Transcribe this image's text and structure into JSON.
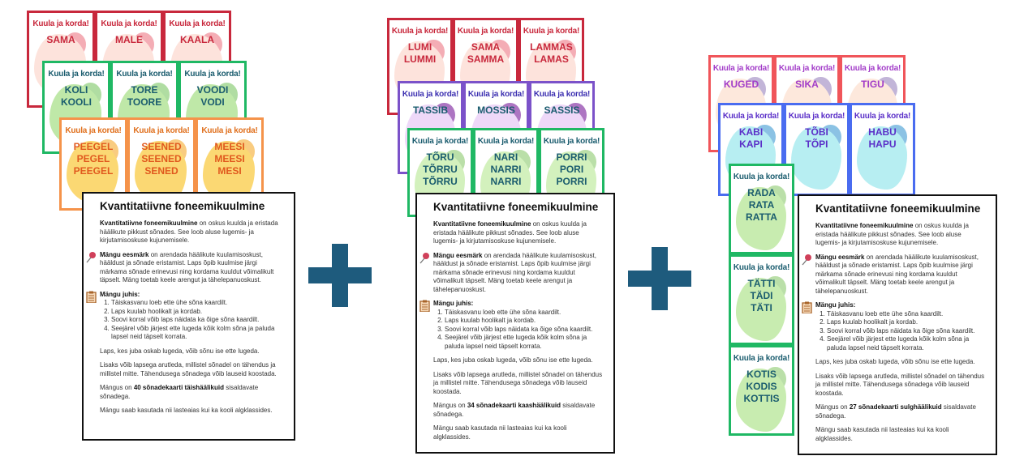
{
  "card_label": "Kuula ja korda!",
  "groups": [
    {
      "rows": [
        {
          "border": "#c8283c",
          "label": "#c8283c",
          "blob": "#fde3dc",
          "blob2": "#f08a96",
          "text": "#c8283c",
          "words": [
            [
              "SAMA"
            ],
            [
              "MALE"
            ],
            [
              "KAALA"
            ]
          ]
        },
        {
          "border": "#1fb864",
          "label": "#1a5c6e",
          "blob": "#bfe8a8",
          "blob2": "#8fcf7a",
          "text": "#1a5c6e",
          "words": [
            [
              "KOLI",
              "KOOLI"
            ],
            [
              "TORE",
              "TOORE"
            ],
            [
              "VOODI",
              "VODI"
            ]
          ]
        },
        {
          "border": "#f5934a",
          "label": "#e0701e",
          "blob": "#fbd873",
          "blob2": "#f7b64a",
          "text": "#e0591e",
          "words": [
            [
              "PEEGEL",
              "PEGEL",
              "PEEGEL"
            ],
            [
              "SEENED",
              "SEENED",
              "SENED"
            ],
            [
              "MEESI",
              "MEESI",
              "MESI"
            ]
          ]
        }
      ],
      "doc": {
        "count_bold": "40 sõnadekaarti täishäälikuid"
      }
    },
    {
      "rows": [
        {
          "border": "#c8283c",
          "label": "#c8283c",
          "blob": "#fde3dc",
          "blob2": "#f08a96",
          "text": "#c8283c",
          "words": [
            [
              "LUMI",
              "LUMMI"
            ],
            [
              "SAMA",
              "SAMMA"
            ],
            [
              "LAMMAS",
              "LAMAS"
            ]
          ]
        },
        {
          "border": "#7b52c9",
          "label": "#3b2fb0",
          "blob": "#eed8f8",
          "blob2": "#8a3aa8",
          "text": "#1a5c6e",
          "words": [
            [
              "TASSIB"
            ],
            [
              "MOSSIS"
            ],
            [
              "SASSIS"
            ]
          ]
        },
        {
          "border": "#1fb864",
          "label": "#1a5c6e",
          "blob": "#d3f1bd",
          "blob2": "#9dd283",
          "text": "#1a5c6e",
          "words": [
            [
              "TÕRU",
              "TÕRRU",
              "TÕRRU"
            ],
            [
              "NARI",
              "NARRI",
              "NARRI"
            ],
            [
              "PORRI",
              "PORI",
              "PORRI"
            ]
          ]
        }
      ],
      "doc": {
        "count_bold": "34 sõnadekaarti kaashäälikuid"
      }
    },
    {
      "rows": [
        {
          "border": "#f0555a",
          "label": "#a23cc8",
          "blob": "#fde8dc",
          "blob2": "#a896c8",
          "text": "#a23cc8",
          "words": [
            [
              "KUGED"
            ],
            [
              "SIKA"
            ],
            [
              "TIGU"
            ]
          ]
        },
        {
          "border": "#4a6cf0",
          "label": "#5a2fc8",
          "blob": "#b7eef2",
          "blob2": "#5aa8d8",
          "text": "#5a2fc8",
          "words": [
            [
              "KABI",
              "KAPI"
            ],
            [
              "TÕBI",
              "TÕPI"
            ],
            [
              "HABU",
              "HAPU"
            ]
          ]
        },
        {
          "border": "#1fb864",
          "label": "#1a5c6e",
          "blob": "#c8ecb0",
          "blob2": "#9dd283",
          "text": "#1a5c6e",
          "words": [
            [
              "RADA",
              "RATA",
              "RATTA"
            ],
            [
              "TÄTTI",
              "TÄDI",
              "TÄTI"
            ],
            [
              "KOTIS",
              "KODIS",
              "KOTTIS"
            ]
          ]
        }
      ],
      "doc": {
        "count_bold": "27 sõnadekaarti sulghäälikuid"
      }
    }
  ],
  "doc": {
    "title": "Kvantitatiivne foneemikuulmine",
    "intro_bold": "Kvantitatiivne foneemikuulmine",
    "intro_rest": " on oskus kuulda ja eristada häälikute pikkust sõnades. See loob aluse lugemis- ja kirjutamisoskuse kujunemisele.",
    "goal_bold": "Mängu eesmärk",
    "goal_rest": " on arendada häälikute kuulamisoskust, hääldust ja sõnade eristamist. Laps õpib kuulmise järgi märkama sõnade erinevusi ning kordama kuuldut võimalikult täpselt. Mäng toetab keele arengut ja tähelepanuoskust.",
    "rules_title": "Mängu juhis:",
    "rules": [
      "Täiskasvanu loeb ette ühe sõna kaardilt.",
      "Laps kuulab hoolikalt ja kordab.",
      "Soovi korral võib laps näidata ka õige sõna kaardilt.",
      "Seejärel võib järjest ette lugeda kõik kolm sõna ja paluda lapsel neid täpselt korrata."
    ],
    "reader": "Laps, kes juba oskab lugeda, võib sõnu ise ette lugeda.",
    "discuss": "Lisaks võib lapsega arutleda, millistel sõnadel on tähendus ja millistel mitte. Tähendusega sõnadega võib lauseid koostada.",
    "count_pre": "Mängus on ",
    "count_post": " sisaldavate sõnadega.",
    "usage": "Mängu saab kasutada nii lasteaias kui ka kooli algklassides."
  }
}
